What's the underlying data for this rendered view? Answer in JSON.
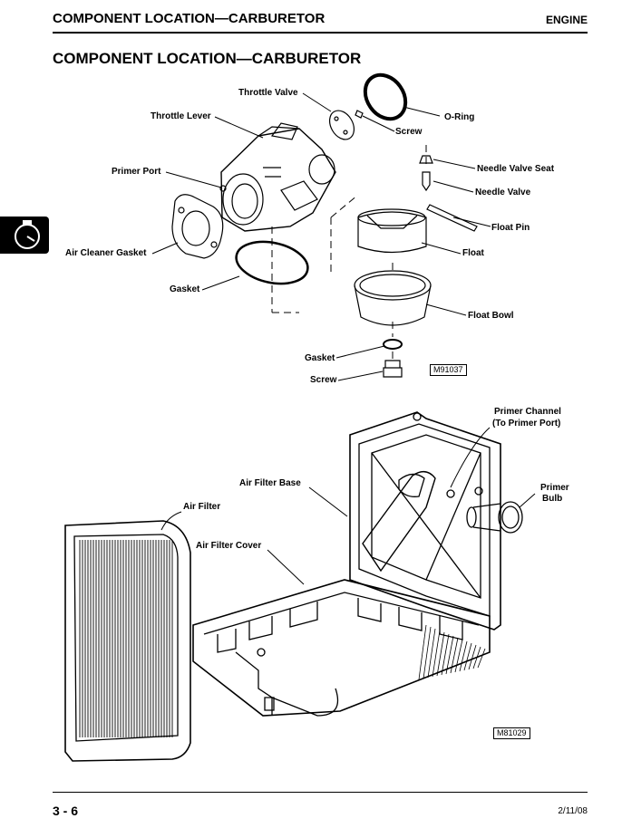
{
  "header": {
    "title": "COMPONENT LOCATION—CARBURETOR",
    "section": "ENGINE"
  },
  "page_title": "COMPONENT LOCATION—CARBURETOR",
  "side_tab": {
    "icon": "engine-timer-icon"
  },
  "figure1": {
    "labels": {
      "throttle_valve": "Throttle Valve",
      "throttle_lever": "Throttle Lever",
      "o_ring": "O-Ring",
      "screw_top": "Screw",
      "primer_port": "Primer Port",
      "needle_valve_seat": "Needle Valve Seat",
      "needle_valve": "Needle Valve",
      "float_pin": "Float Pin",
      "air_cleaner_gasket": "Air Cleaner Gasket",
      "float": "Float",
      "gasket_top": "Gasket",
      "float_bowl": "Float Bowl",
      "gasket_bottom": "Gasket",
      "screw_bottom": "Screw"
    },
    "figure_id": "M91037"
  },
  "figure2": {
    "labels": {
      "primer_channel": "Primer Channel",
      "primer_channel_note": "(To Primer Port)",
      "air_filter_base": "Air Filter Base",
      "primer": "Primer",
      "bulb": "Bulb",
      "air_filter": "Air Filter",
      "air_filter_cover": "Air Filter Cover"
    },
    "figure_id": "M81029"
  },
  "footer": {
    "page_number": "3 - 6",
    "date": "2/11/08"
  }
}
